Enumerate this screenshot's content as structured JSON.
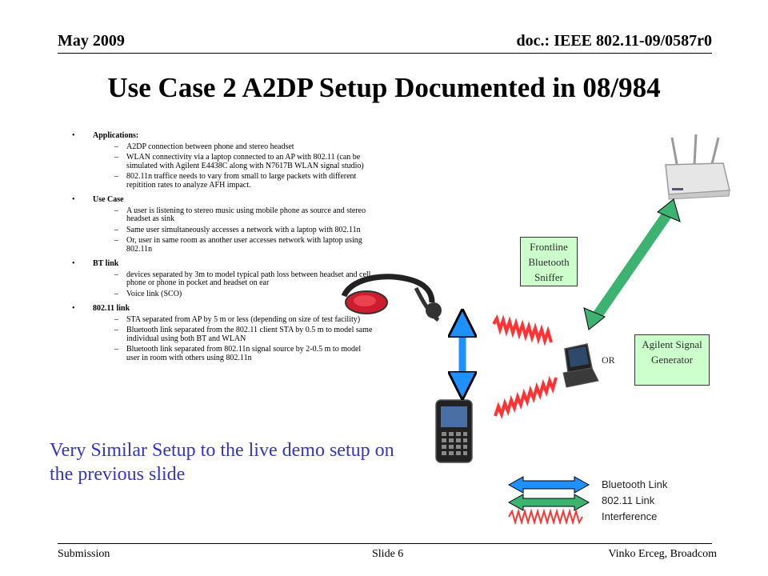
{
  "header": {
    "date": "May 2009",
    "doc_id": "doc.: IEEE 802.11-09/0587r0"
  },
  "title": "Use Case 2 A2DP Setup Documented in 08/984",
  "sections": [
    {
      "heading": "Applications:",
      "items": [
        "A2DP connection between phone and stereo headset",
        "WLAN connectivity via a laptop connected to an AP with 802.11 (can be simulated with Agilent E4438C along with N7617B WLAN signal studio)",
        "802.11n traffice needs to vary from small to large packets with different repitition rates to analyze AFH impact."
      ]
    },
    {
      "heading": "Use Case",
      "items": [
        "A user is listening to stereo music using mobile phone as source and stereo headset as sink",
        "Same user simultaneously accesses a network with a laptop with 802.11n",
        "Or, user in same room as another user accesses network with laptop using 802.11n"
      ]
    },
    {
      "heading": "BT link",
      "items": [
        "devices separated by 3m to model typical path loss between headset and cell phone or phone in pocket and headset on ear",
        "Voice link (SCO)"
      ]
    },
    {
      "heading": "802.11 link",
      "items": [
        "STA separated from AP by 5 m or less (depending on size of test facility)",
        "Bluetooth link separated from the 802.11 client STA by 0.5 m to model same individual using both BT and WLAN",
        "Bluetooth link separated from 802.11n signal source by 2-0.5 m to model user in room with others using 802.11n"
      ]
    }
  ],
  "callout": "Very Similar Setup to the live demo setup on the previous slide",
  "diagram": {
    "frontline_box": "Frontline Bluetooth Sniffer",
    "agilent_box": "Agilent Signal Generator",
    "or_label": "OR",
    "legend": {
      "bluetooth": "Bluetooth Link",
      "wifi": "802.11 Link",
      "interference": "Interference"
    },
    "colors": {
      "bluetooth": "#1e90ff",
      "wifi": "#3cb371",
      "interference": "#ff3333",
      "box_fill": "#ccffcc",
      "callout": "#3333cc"
    },
    "icons": [
      "wireless-router-icon",
      "headset-icon",
      "mobile-phone-icon",
      "laptop-icon"
    ]
  },
  "footer": {
    "left": "Submission",
    "center": "Slide 6",
    "right": "Vinko Erceg, Broadcom"
  }
}
